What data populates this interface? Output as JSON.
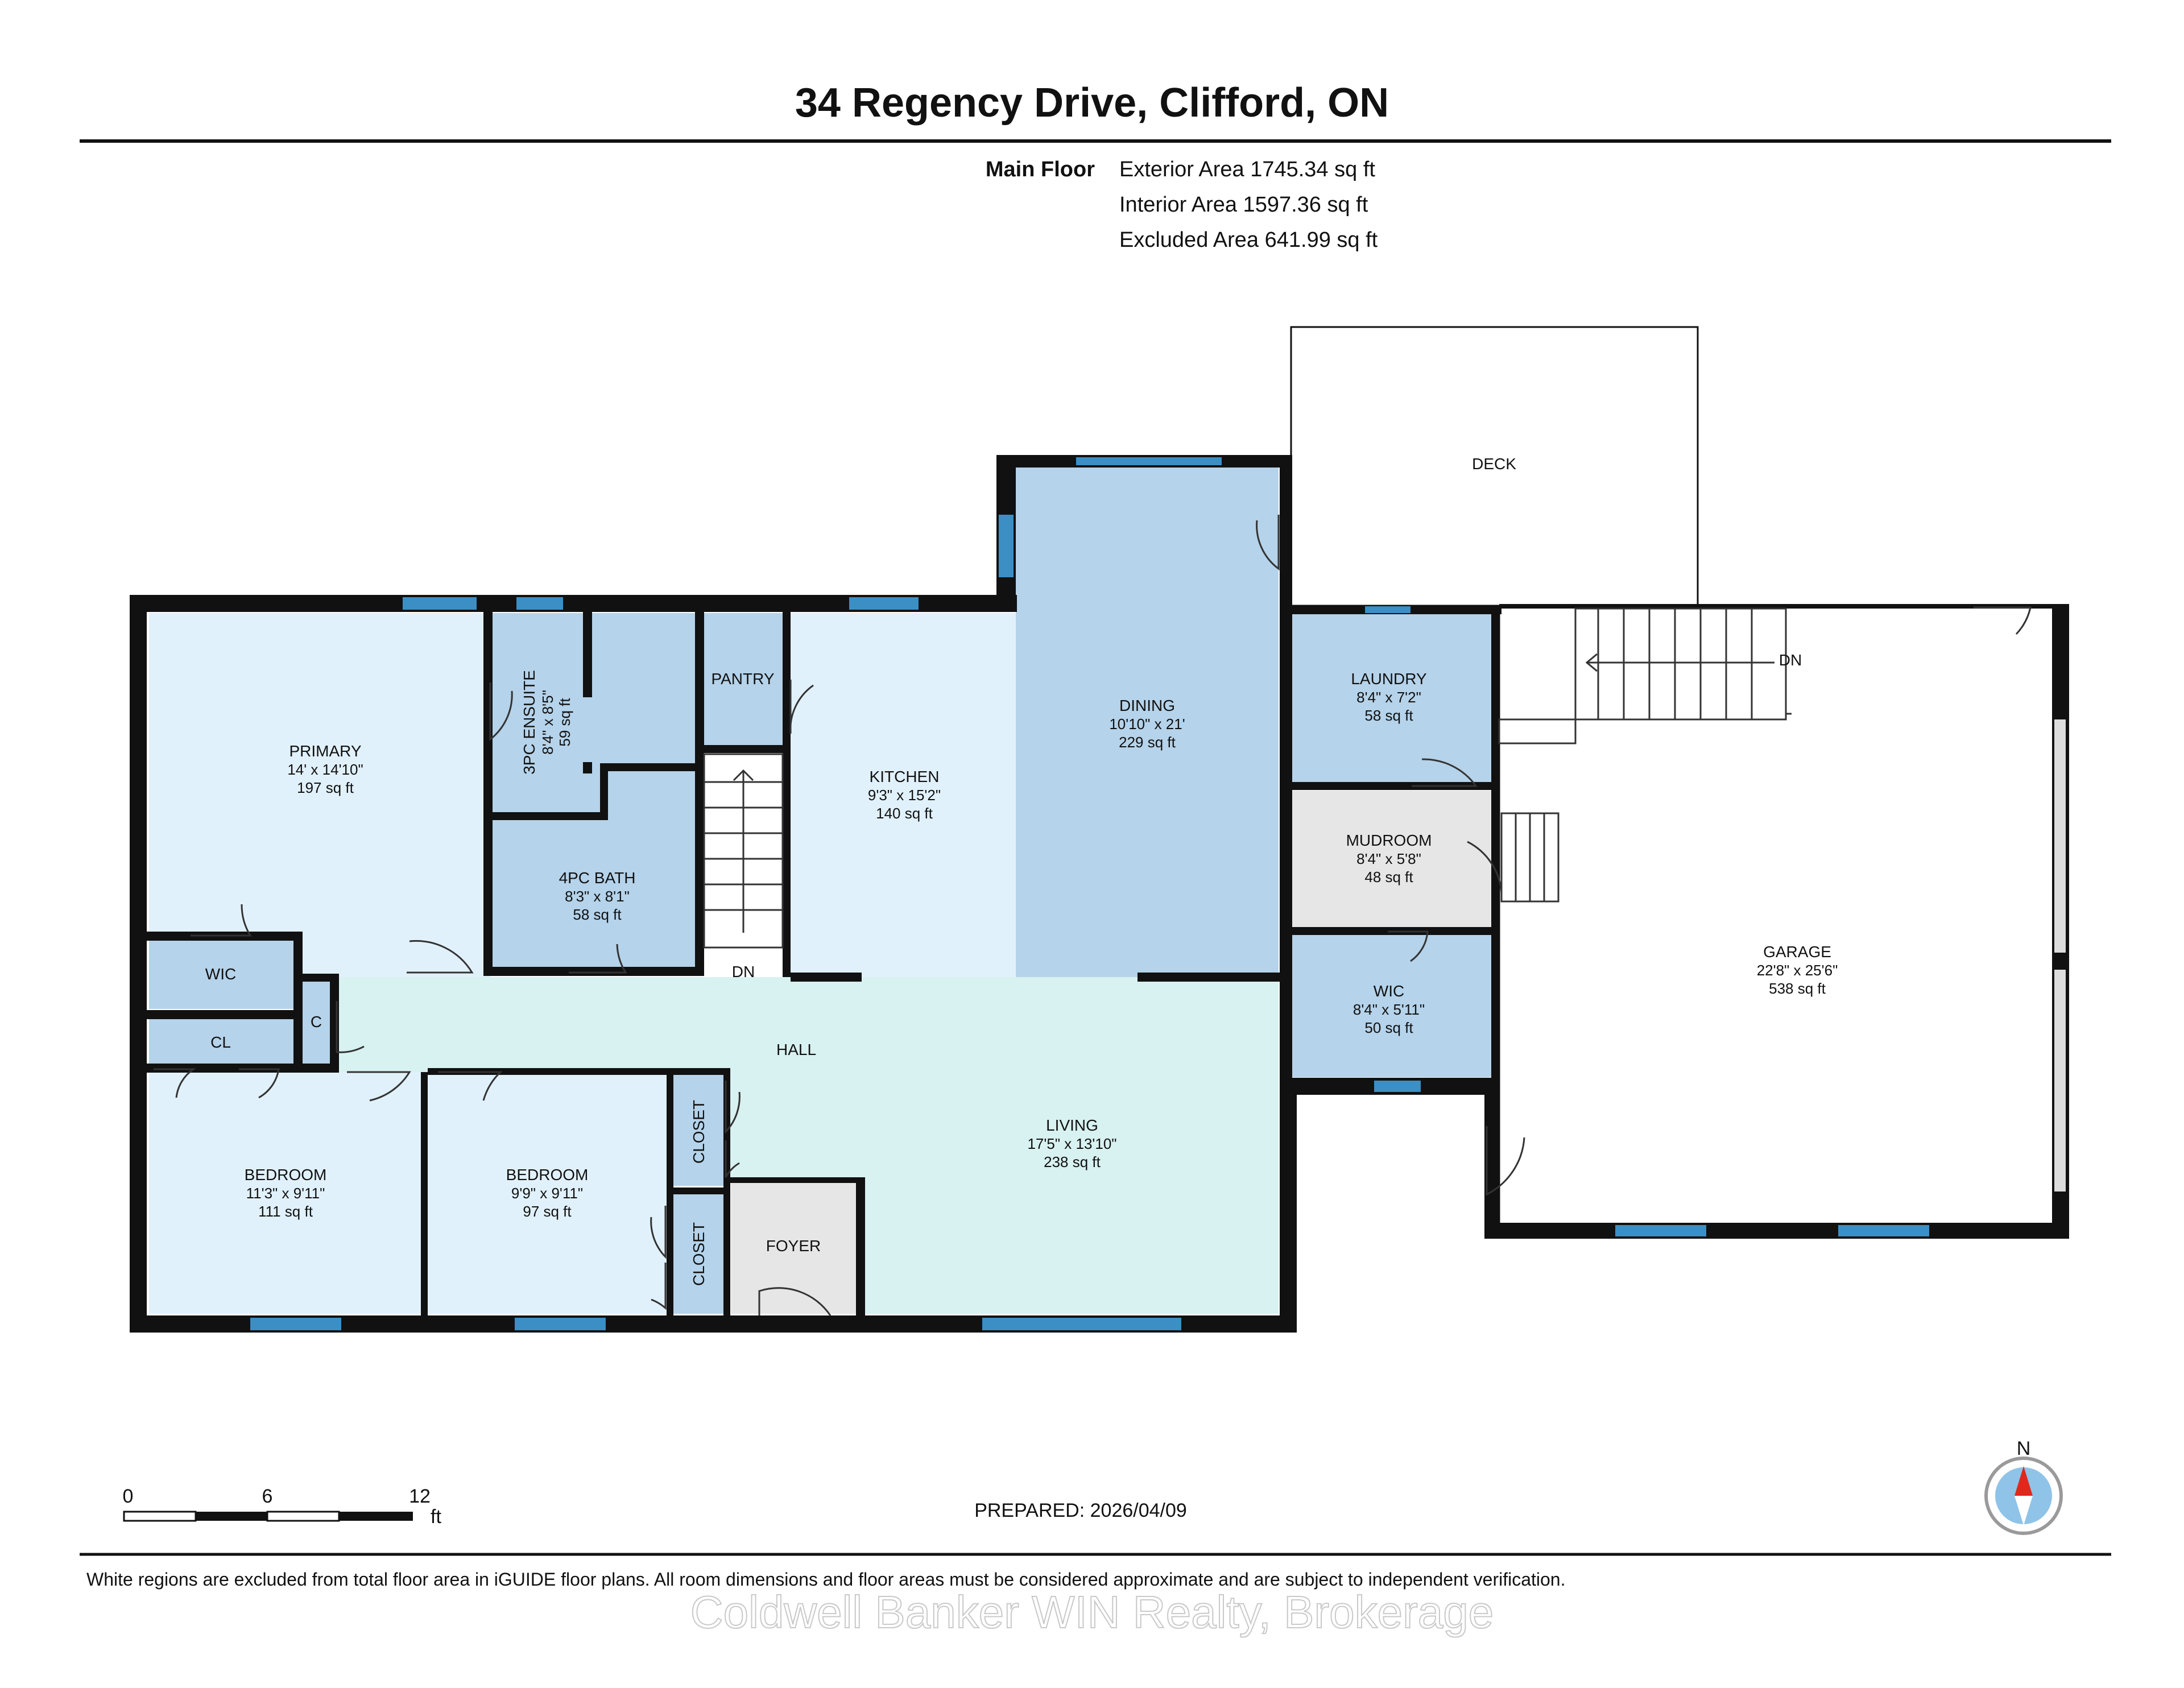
{
  "header": {
    "title": "34 Regency Drive, Clifford, ON",
    "floor_label": "Main Floor",
    "exterior_area": "Exterior Area 1745.34 sq ft",
    "interior_area": "Interior Area 1597.36 sq ft",
    "excluded_area": "Excluded Area 641.99 sq ft"
  },
  "rooms": {
    "primary": {
      "name": "PRIMARY",
      "dims": "14' x 14'10\"",
      "area": "197 sq ft"
    },
    "ensuite": {
      "name": "3PC ENSUITE",
      "dims": "8'4\" x 8'5\"",
      "area": "59 sq ft"
    },
    "pantry": {
      "name": "PANTRY"
    },
    "kitchen": {
      "name": "KITCHEN",
      "dims": "9'3\" x 15'2\"",
      "area": "140 sq ft"
    },
    "dining": {
      "name": "DINING",
      "dims": "10'10\" x 21'",
      "area": "229 sq ft"
    },
    "deck": {
      "name": "DECK"
    },
    "laundry": {
      "name": "LAUNDRY",
      "dims": "8'4\" x 7'2\"",
      "area": "58 sq ft"
    },
    "mudroom": {
      "name": "MUDROOM",
      "dims": "8'4\" x 5'8\"",
      "area": "48 sq ft"
    },
    "wic_right": {
      "name": "WIC",
      "dims": "8'4\" x 5'11\"",
      "area": "50 sq ft"
    },
    "garage": {
      "name": "GARAGE",
      "dims": "22'8\" x 25'6\"",
      "area": "538 sq ft"
    },
    "garage_stair": {
      "name": "DN"
    },
    "bath": {
      "name": "4PC BATH",
      "dims": "8'3\" x 8'1\"",
      "area": "58 sq ft"
    },
    "stair": {
      "name": "DN"
    },
    "wic_left": {
      "name": "WIC"
    },
    "cl": {
      "name": "CL"
    },
    "c": {
      "name": "C"
    },
    "hall": {
      "name": "HALL"
    },
    "living": {
      "name": "LIVING",
      "dims": "17'5\" x 13'10\"",
      "area": "238 sq ft"
    },
    "bedroom1": {
      "name": "BEDROOM",
      "dims": "11'3\" x 9'11\"",
      "area": "111 sq ft"
    },
    "bedroom2": {
      "name": "BEDROOM",
      "dims": "9'9\" x 9'11\"",
      "area": "97 sq ft"
    },
    "closet_upper": {
      "name": "CLOSET"
    },
    "closet_lower": {
      "name": "CLOSET"
    },
    "foyer": {
      "name": "FOYER"
    }
  },
  "scale": {
    "t0": "0",
    "t1": "6",
    "t2": "12",
    "unit": "ft"
  },
  "compass": {
    "label": "N"
  },
  "prepared": "PREPARED: 2026/04/09",
  "disclaimer": "White regions are excluded from total floor area in iGUIDE floor plans. All room dimensions and floor areas must be considered approximate and are subject to independent verification.",
  "watermark": "Coldwell Banker WIN Realty, Brokerage",
  "colors": {
    "wall": "#111111",
    "window": "#3b8fc4",
    "room_blue": "#b5d3ea",
    "room_light": "#e1f1fb",
    "room_mint": "#d8f1f1",
    "room_gray": "#e6e6e6",
    "compass_red": "#e0281c",
    "compass_blue": "#8fc3e8"
  }
}
